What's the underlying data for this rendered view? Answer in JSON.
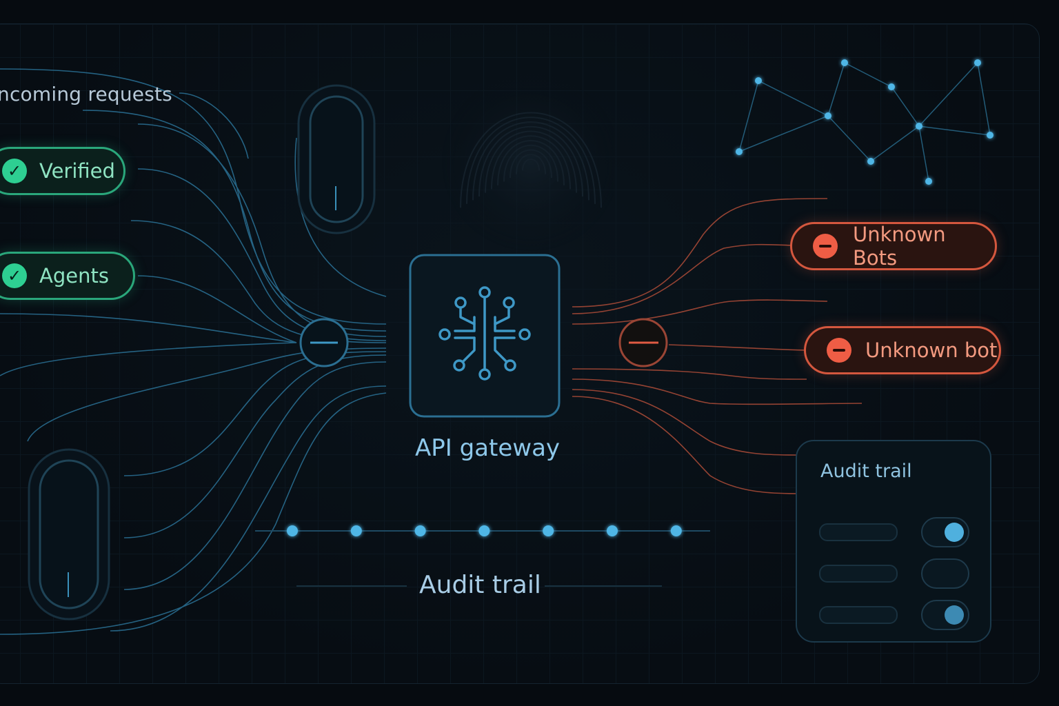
{
  "diagram": {
    "heading": "ncoming requests",
    "allowed": [
      {
        "label": "Verified",
        "icon": "check-icon"
      },
      {
        "label": "Agents",
        "icon": "check-icon"
      }
    ],
    "blocked": [
      {
        "label": "Unknown Bots",
        "icon": "minus-circle-icon"
      },
      {
        "label": "Unknown bot",
        "icon": "minus-circle-icon"
      }
    ],
    "gateway": {
      "label": "API gateway",
      "icon": "circuit-brain-icon"
    },
    "timeline": {
      "label": "Audit trail",
      "steps": 7
    },
    "panel": {
      "title": "Audit trail",
      "toggles": [
        {
          "state": "on"
        },
        {
          "state": "off"
        },
        {
          "state": "on-dim"
        }
      ]
    }
  },
  "colors": {
    "allowed": "#2ecf92",
    "blocked": "#ef5d45",
    "flow": "#3a9ccc",
    "accent": "#4fb6e6"
  }
}
